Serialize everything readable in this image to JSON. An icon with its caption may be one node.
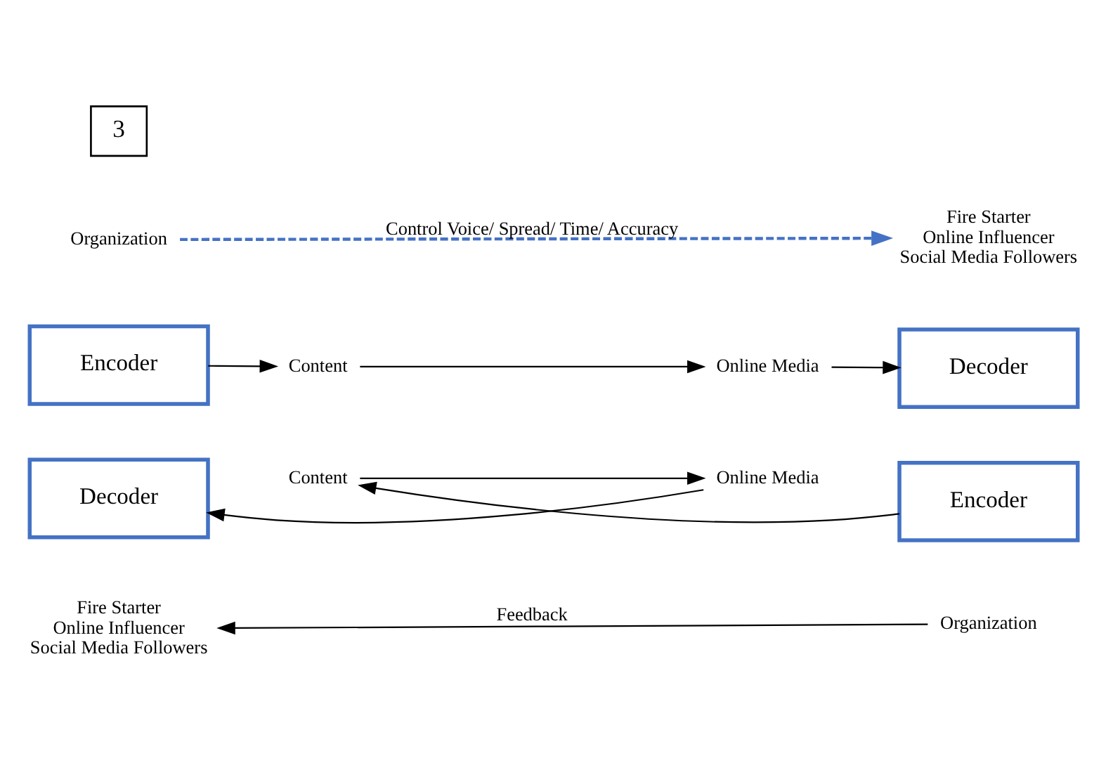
{
  "diagram": {
    "nodes": [
      {
        "text": [
          "3"
        ]
      },
      {
        "text": [
          "Organization"
        ]
      },
      {
        "text": [
          "Fire Starter",
          "Online Influencer",
          "Social Media Followers"
        ]
      },
      {
        "text": [
          "Encoder"
        ]
      },
      {
        "text": [
          "Decoder"
        ]
      },
      {
        "text": [
          "Content"
        ]
      },
      {
        "text": [
          "Online Media"
        ]
      },
      {
        "text": [
          "Decoder"
        ]
      },
      {
        "text": [
          "Encoder"
        ]
      },
      {
        "text": [
          "Online Media"
        ]
      },
      {
        "text": [
          "Content"
        ]
      },
      {
        "text": [
          "Fire Starter",
          "Online Influencer",
          "Social Media Followers"
        ]
      },
      {
        "text": [
          "Organization"
        ]
      }
    ],
    "edges": [
      {
        "from": 1,
        "to": 2,
        "arrow": "to",
        "label": "Control Voice/ Spread/ Time/ Accuracy",
        "style": "dashed",
        "color": "#4472c4"
      },
      {
        "from": 3,
        "to": 5,
        "arrow": "to"
      },
      {
        "from": 5,
        "to": 6,
        "arrow": "to"
      },
      {
        "from": 6,
        "to": 7,
        "arrow": "to"
      },
      {
        "from": 8,
        "to": 10,
        "arrow": "to"
      },
      {
        "from": 10,
        "to": 9,
        "arrow": "to"
      },
      {
        "from": 9,
        "to": 4,
        "arrow": "to"
      },
      {
        "from": 12,
        "to": 11,
        "arrow": "to",
        "label": "Feedback"
      }
    ]
  }
}
